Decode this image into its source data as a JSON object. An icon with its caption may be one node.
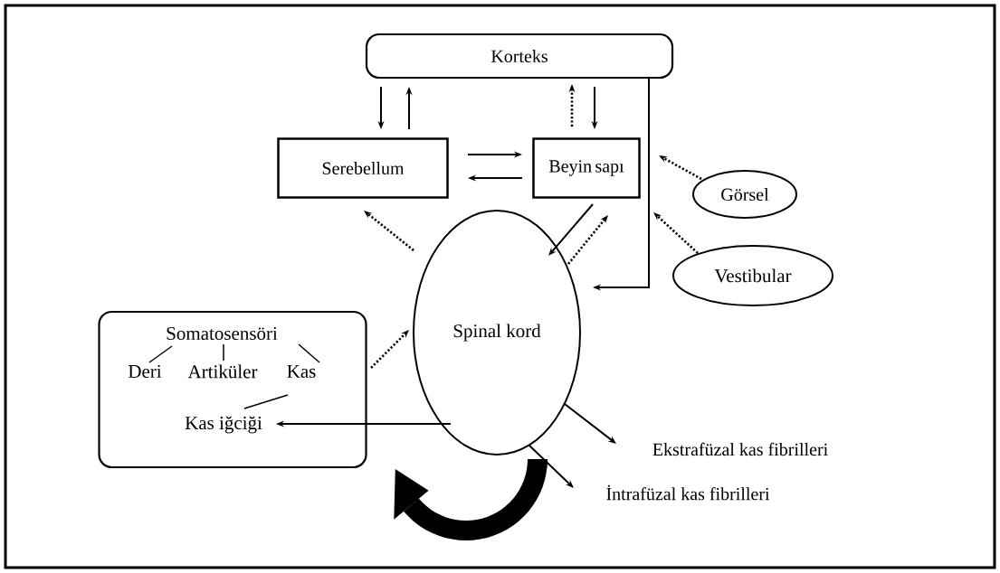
{
  "diagram": {
    "nodes": [
      {
        "text": [
          "Korteks"
        ]
      },
      {
        "text": [
          "Serebellum"
        ]
      },
      {
        "text": [
          "Beyin sapı"
        ]
      },
      {
        "text": [
          "Spinal kord"
        ]
      },
      {
        "text": [
          "Görsel"
        ]
      },
      {
        "text": [
          "Vestibular"
        ]
      },
      {
        "text": [],
        "shape": "box"
      },
      {
        "text": [
          "Somatosensöri"
        ],
        "in": 6
      },
      {
        "text": [
          "Deri"
        ],
        "in": 6
      },
      {
        "text": [
          "Artiküler"
        ],
        "in": 6
      },
      {
        "text": [
          "Kas"
        ],
        "in": 6
      },
      {
        "text": [
          "Kas iğciği"
        ],
        "in": 6
      },
      {
        "text": [
          "Ekstrafüzal kas fibrilleri"
        ]
      },
      {
        "text": [
          "İntrafüzal kas fibrilleri"
        ]
      }
    ],
    "edges": [
      {
        "from": 0,
        "to": 1,
        "arrow": "to"
      },
      {
        "from": 1,
        "to": 0,
        "arrow": "to"
      },
      {
        "from": 2,
        "to": 0,
        "arrow": "to",
        "style": "dashed"
      },
      {
        "from": 0,
        "to": 2,
        "arrow": "to"
      },
      {
        "from": 1,
        "to": 2,
        "arrow": "to"
      },
      {
        "from": 2,
        "to": 1,
        "arrow": "to"
      },
      {
        "from": 2,
        "to": 3,
        "arrow": "to"
      },
      {
        "from": 3,
        "to": 2,
        "arrow": "to",
        "style": "dashed"
      },
      {
        "from": 3,
        "to": 1,
        "arrow": "to",
        "style": "dashed"
      },
      {
        "from": 0,
        "to": 3,
        "arrow": "to"
      },
      {
        "from": 4,
        "to": null,
        "arrow": "to",
        "style": "dashed"
      },
      {
        "from": 5,
        "to": null,
        "arrow": "to",
        "style": "dashed"
      },
      {
        "from": 6,
        "to": 3,
        "arrow": "to",
        "style": "dashed"
      },
      {
        "from": 3,
        "to": 11,
        "arrow": "to"
      },
      {
        "from": 7,
        "to": 8,
        "arrow": "none"
      },
      {
        "from": 7,
        "to": 9,
        "arrow": "none"
      },
      {
        "from": 7,
        "to": 10,
        "arrow": "none"
      },
      {
        "from": 10,
        "to": 11,
        "arrow": "none"
      },
      {
        "from": 3,
        "to": 12,
        "arrow": "to"
      },
      {
        "from": 3,
        "to": 13,
        "arrow": "to"
      }
    ]
  }
}
